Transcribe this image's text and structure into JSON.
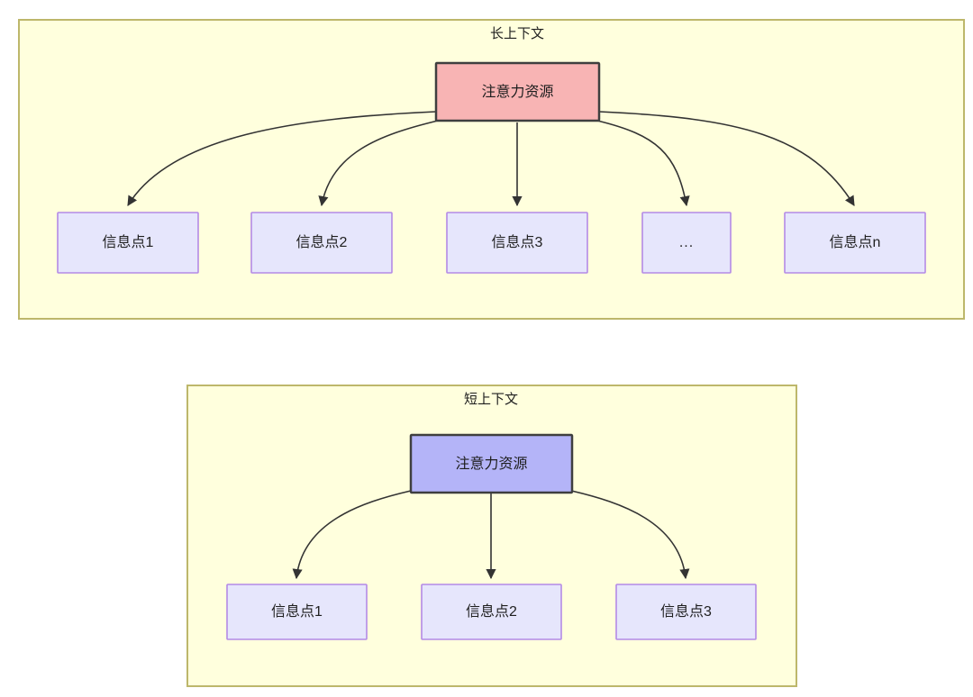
{
  "diagram": {
    "type": "flow-diagram",
    "background_color": "#ffffff",
    "palette": {
      "container_fill": "#ffffdd",
      "container_stroke": "#bdb76b",
      "accent_pink_fill": "#f8b4b4",
      "accent_purple_fill": "#b4b4f8",
      "info_fill": "#e6e6fc",
      "info_stroke": "#b48ae6",
      "node_stroke": "#3f3f3f",
      "edge_stroke": "#333333",
      "text_color": "#1f1f1f"
    },
    "groups": [
      {
        "id": "long-context",
        "title": "长上下文",
        "root_node": {
          "id": "long-attention",
          "label": "注意力资源",
          "style": "accent-pink"
        },
        "leaf_nodes": [
          {
            "id": "long-info-1",
            "label": "信息点1"
          },
          {
            "id": "long-info-2",
            "label": "信息点2"
          },
          {
            "id": "long-info-3",
            "label": "信息点3"
          },
          {
            "id": "long-info-ellipsis",
            "label": "..."
          },
          {
            "id": "long-info-n",
            "label": "信息点n"
          }
        ]
      },
      {
        "id": "short-context",
        "title": "短上下文",
        "root_node": {
          "id": "short-attention",
          "label": "注意力资源",
          "style": "accent-purple"
        },
        "leaf_nodes": [
          {
            "id": "short-info-1",
            "label": "信息点1"
          },
          {
            "id": "short-info-2",
            "label": "信息点2"
          },
          {
            "id": "short-info-3",
            "label": "信息点3"
          }
        ]
      }
    ]
  }
}
